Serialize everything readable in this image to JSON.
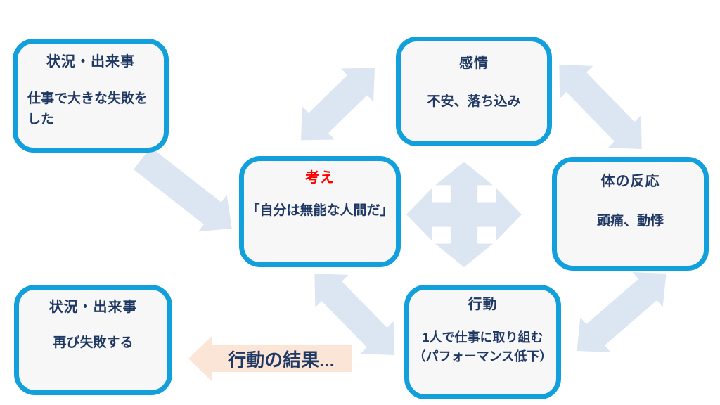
{
  "colors": {
    "accent": "#11a0dc",
    "boxfill": "#f7f7f8",
    "arrow": "#dce6f2",
    "peach": "#fbe5d6",
    "navy": "#1f3864",
    "red": "#ff0000"
  },
  "boxes": [
    {
      "title": "状況・出来事",
      "body": "仕事で大きな失敗を\nした"
    },
    {
      "title": "感情",
      "body": "不安、落ち込み"
    },
    {
      "title": "考え",
      "body": "「自分は無能な人間だ」"
    },
    {
      "title": "体の反応",
      "body": "頭痛、動悸"
    },
    {
      "title": "行動",
      "body": "1人で仕事に取り組む\n（パフォーマンス低下）"
    },
    {
      "title": "状況・出来事",
      "body": "再び失敗する"
    }
  ],
  "result_arrow": {
    "label": "行動の結果..."
  },
  "arrows": [
    {
      "from": "状況・出来事（仕事で大きな失敗をした）",
      "to": "考え",
      "type": "one-way"
    },
    {
      "from": "考え",
      "to": "感情",
      "type": "two-way"
    },
    {
      "from": "感情",
      "to": "体の反応",
      "type": "two-way"
    },
    {
      "from": "考え・感情・体の反応・行動",
      "to": "考え・感情・体の反応・行動",
      "type": "four-way"
    },
    {
      "from": "体の反応",
      "to": "行動",
      "type": "two-way"
    },
    {
      "from": "考え",
      "to": "行動",
      "type": "two-way"
    },
    {
      "from": "行動",
      "to": "状況・出来事（再び失敗する）",
      "type": "one-way",
      "label": "行動の結果..."
    }
  ]
}
